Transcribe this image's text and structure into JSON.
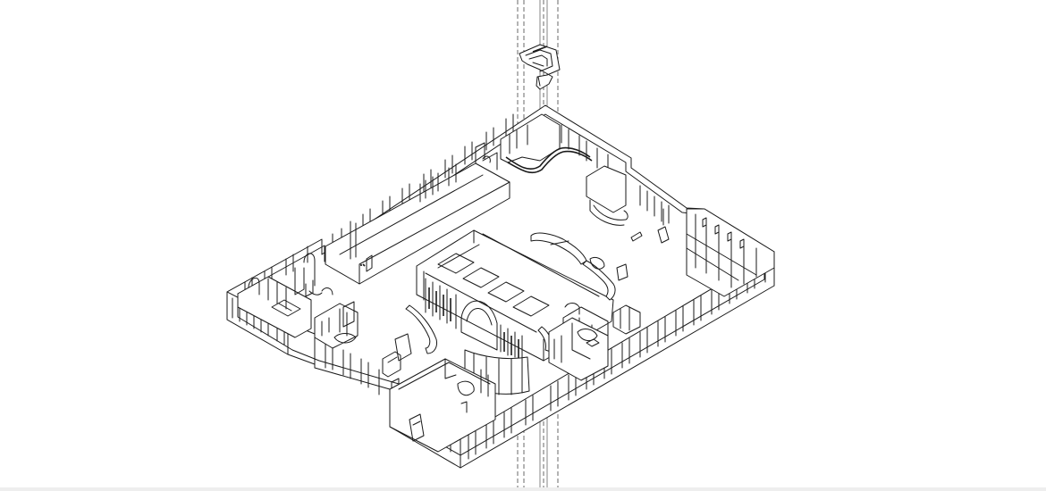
{
  "drawing": {
    "type": "axonometric floor plan line drawing",
    "line_color": "#1a1a1a",
    "background_color": "#ffffff",
    "bottom_edge_color": "#eeeeee",
    "elements": [
      "outer-wall",
      "perimeter-windows",
      "central-room-block",
      "stair-sculpture",
      "service-core-dashed-lines",
      "north-wing-corridor",
      "west-rooms",
      "south-east-rooms",
      "curved-partitions",
      "wc-block",
      "furniture"
    ]
  }
}
